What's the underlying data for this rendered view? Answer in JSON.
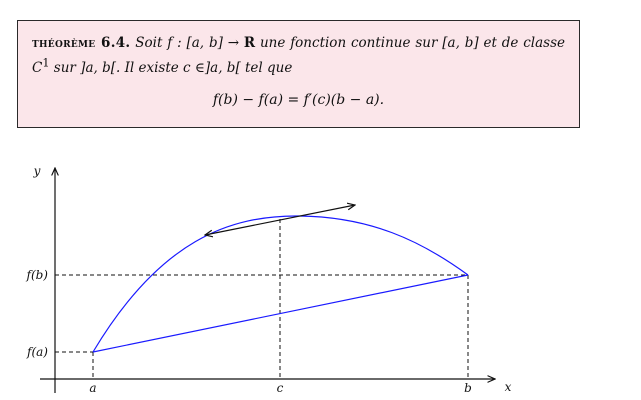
{
  "theorem": {
    "label": "théorème 6.4.",
    "statement_part1": "Soit f : [a, b] → ",
    "statement_R": "R",
    "statement_part2": " une fonction continue sur [a, b] et de classe ",
    "statement_C": "C",
    "statement_C_sup": "1",
    "statement_part3": " sur ]a, b[. Il existe c ∈]a, b[ tel que",
    "formula": "f(b) − f(a) = f′(c)(b − a)."
  },
  "figure": {
    "y_axis_label": "y",
    "x_axis_label": "x",
    "y_tick_fb": "f(b)",
    "y_tick_fa": "f(a)",
    "x_tick_a": "a",
    "x_tick_c": "c",
    "x_tick_b": "b",
    "colors": {
      "curve": "#1a1aff",
      "axes": "#111111",
      "tangent": "#111111"
    }
  }
}
